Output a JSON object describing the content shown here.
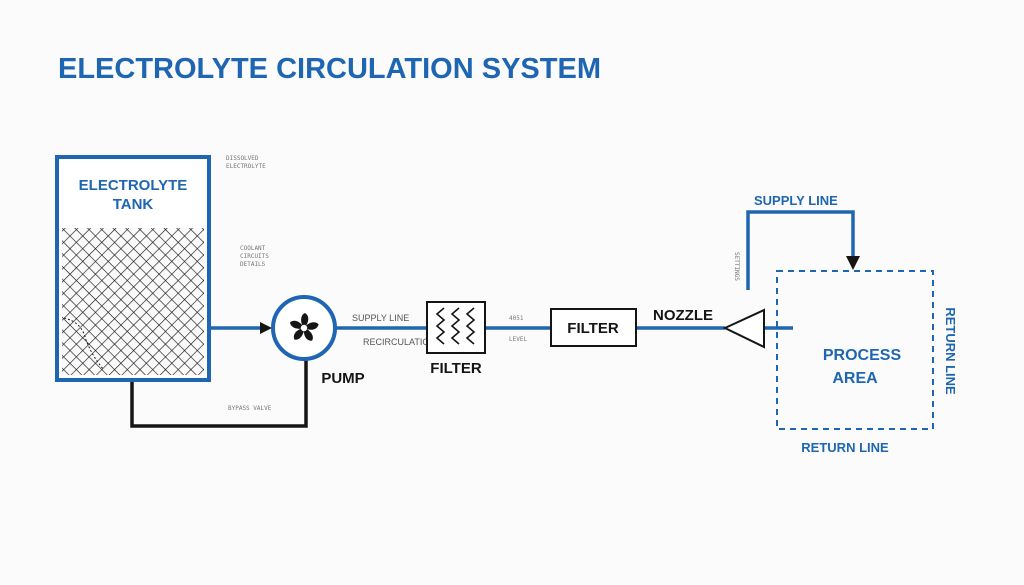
{
  "title": "ELECTROLYTE CIRCULATION SYSTEM",
  "tank": {
    "label_line1": "ELECTROLYTE",
    "label_line2": "TANK",
    "notes": [
      "DISSOLVED",
      "ELECTROLYTE",
      "COOLANT",
      "CIRCUITS",
      "DETAILS"
    ]
  },
  "pump": {
    "label": "PUMP",
    "suction_note": "RECIRCULATION"
  },
  "process_area": {
    "line1": "PROCESS",
    "line2": "AREA"
  },
  "filters": {
    "mesh_label": "FILTER",
    "box_label": "FILTER",
    "mesh_note": "LEVEL",
    "box_note": "4051"
  },
  "nozzle": {
    "label": "NOZZLE",
    "vertical_note": "SETTINGS"
  },
  "lines": {
    "supply_label_main": "SUPPLY LINE",
    "supply_label_small": "SUPPLY LINE",
    "recirculation_label": "RECIRCULATION",
    "return_label_bottom": "RETURN LINE",
    "return_label_side": "RETURN LINE",
    "bypass_note": "BYPASS VALVE"
  },
  "colors": {
    "accent_blue": "#1f66b2",
    "line_dark": "#151515",
    "background": "#fbfbfb"
  }
}
